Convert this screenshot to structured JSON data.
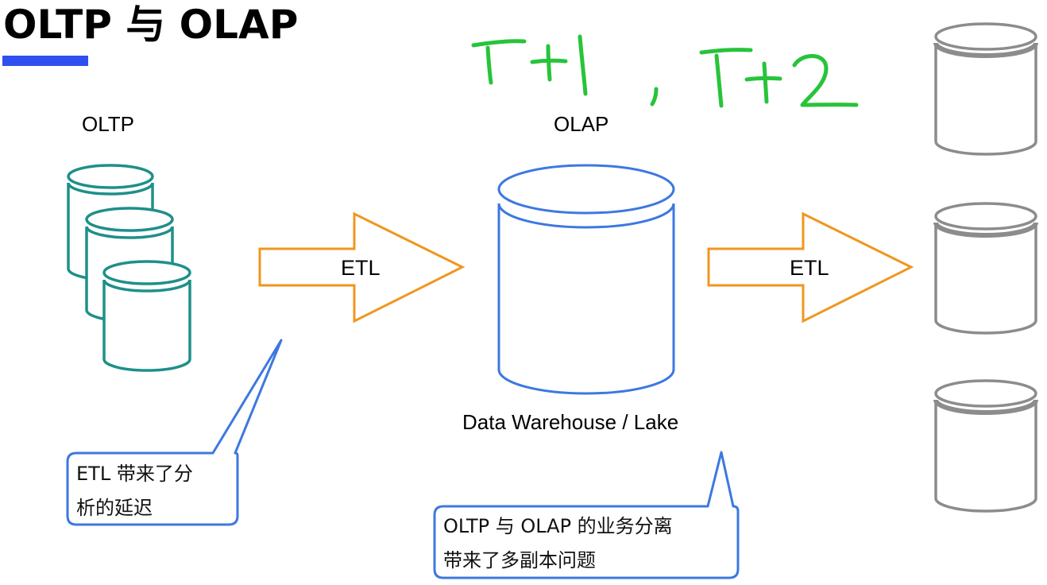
{
  "slide": {
    "title": "OLTP 与 OLAP",
    "accent_color": "#2f4ff0"
  },
  "oltp": {
    "label": "OLTP",
    "color": "#1f8f8a",
    "database_count": 3
  },
  "etl_arrows": [
    {
      "label": "ETL"
    },
    {
      "label": "ETL"
    }
  ],
  "arrow_color": "#f0961e",
  "olap": {
    "label": "OLAP",
    "caption": "Data Warehouse / Lake",
    "color": "#3d78e0"
  },
  "downstream": {
    "color": "#8c8c8c",
    "database_count": 3
  },
  "callouts": [
    {
      "lines": [
        "ETL 带来了分",
        "析的延迟"
      ]
    },
    {
      "lines": [
        "OLTP 与 OLAP 的业务分离",
        "带来了多副本问题"
      ]
    }
  ],
  "callout_color": "#3d78e0",
  "annotation": {
    "text": "T+1 , T+2",
    "color": "#27c43a"
  }
}
